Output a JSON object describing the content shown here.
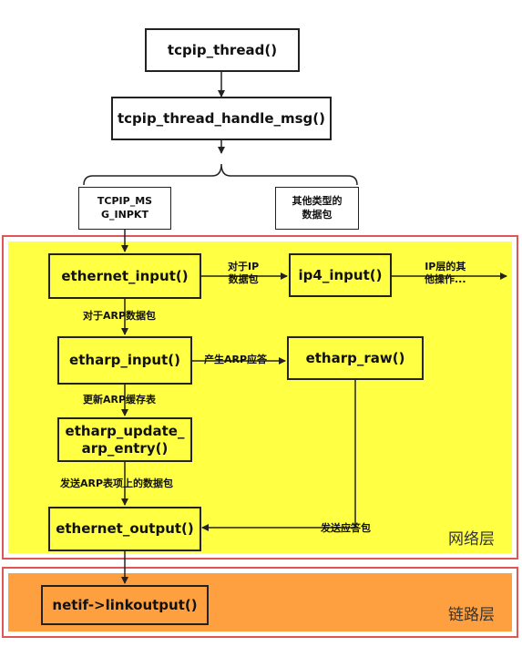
{
  "nodes": {
    "tcpip_thread": "tcpip_thread()",
    "handle_msg": "tcpip_thread_handle_msg()",
    "inpkt_line1": "TCPIP_MS",
    "inpkt_line2": "G_INPKT",
    "other_line1": "其他类型的",
    "other_line2": "数据包",
    "ethernet_input": "ethernet_input()",
    "ip4_input": "ip4_input()",
    "etharp_input": "etharp_input()",
    "etharp_raw": "etharp_raw()",
    "update_line1": "etharp_update_",
    "update_line2": "arp_entry()",
    "ethernet_output": "ethernet_output()",
    "linkoutput": "netif->linkoutput()"
  },
  "edge_labels": {
    "for_ip_line1": "对于IP",
    "for_ip_line2": "数据包",
    "ip_other_line1": "IP层的其",
    "ip_other_line2": "他操作...",
    "for_arp": "对于ARP数据包",
    "gen_arp_reply": "产生ARP应答",
    "update_arp_cache": "更新ARP缓存表",
    "send_pending": "发送ARP表项上的数据包",
    "send_reply": "发送应答包"
  },
  "layers": {
    "network": "网络层",
    "link": "链路层"
  },
  "colors": {
    "network_fill": "#ffff44",
    "link_fill": "#ffa040",
    "region_border": "#e05555",
    "line": "#222222"
  }
}
